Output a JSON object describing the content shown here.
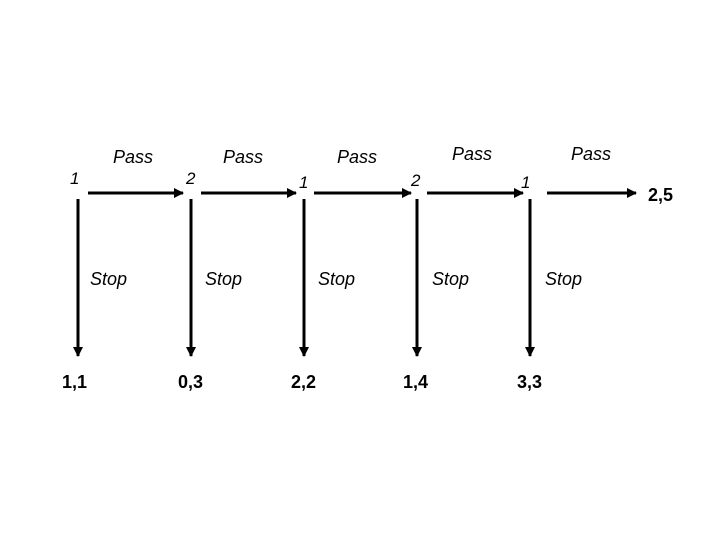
{
  "nodes": [
    {
      "player": "1",
      "pass_label": "Pass",
      "stop_label": "Stop",
      "stop_payoff": "1,1"
    },
    {
      "player": "2",
      "pass_label": "Pass",
      "stop_label": "Stop",
      "stop_payoff": "0,3"
    },
    {
      "player": "1",
      "pass_label": "Pass",
      "stop_label": "Stop",
      "stop_payoff": "2,2"
    },
    {
      "player": "2",
      "pass_label": "Pass",
      "stop_label": "Stop",
      "stop_payoff": "1,4"
    },
    {
      "player": "1",
      "pass_label": "Pass",
      "stop_label": "Stop",
      "stop_payoff": "3,3"
    }
  ],
  "final_payoff": "2,5",
  "colors": {
    "line": "#000000",
    "text": "#000000",
    "background": "#ffffff"
  }
}
